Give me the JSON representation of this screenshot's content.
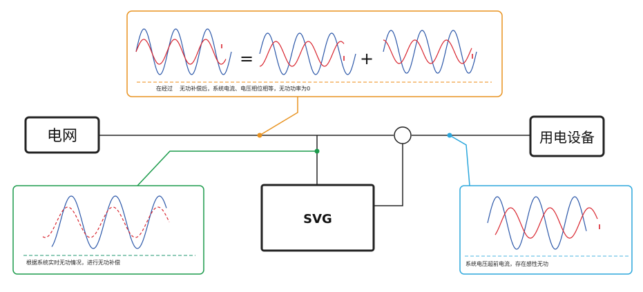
{
  "colors": {
    "line": "#222222",
    "orange": "#e8921f",
    "green": "#1a9a4a",
    "blue": "#2aa6dc",
    "wave_blue": "#2a56a8",
    "wave_red": "#d8222c",
    "dashed_orange": "#f0a040",
    "dashed_green": "#4aaa8a",
    "dashed_blue": "#6ec2e6"
  },
  "nodes": {
    "grid": "电网",
    "equipment": "用电设备",
    "svg": "SVG"
  },
  "top_panel": {
    "caption": "在经过    无功补偿后，系统电流、电压相位相等，无功功率为0",
    "equals_sign": "=",
    "plus_sign": "+"
  },
  "left_panel": {
    "caption": "根据系统实时无功情况，进行无功补偿"
  },
  "right_panel": {
    "caption": "系统电压超前电流，存在感性无功"
  },
  "icons": {
    "ct": "current-transformer-icon",
    "marker": "wave-end-marker-icon"
  }
}
